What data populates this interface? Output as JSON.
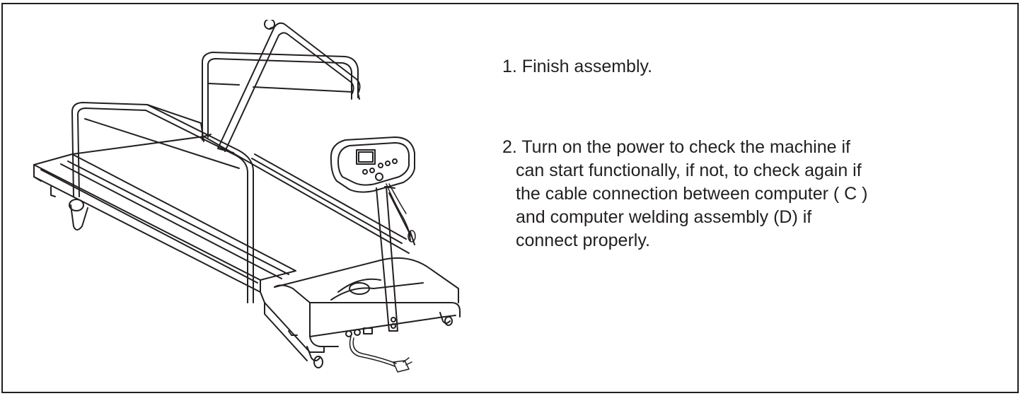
{
  "figure": {
    "subject": "treadmill-assembled",
    "parts": [
      "side-rails",
      "handlebar-arch",
      "console",
      "upright",
      "motor-hood",
      "deck",
      "rear-rollers",
      "power-cord"
    ]
  },
  "instructions": {
    "step1": "1. Finish assembly.",
    "step2_lines": [
      "2. Turn on the power to check the machine if",
      "can start functionally, if not, to check again if",
      "the cable connection between computer ( C )",
      "and computer welding assembly  (D) if",
      "connect properly."
    ]
  },
  "colors": {
    "ink": "#231f20",
    "background": "#ffffff"
  }
}
